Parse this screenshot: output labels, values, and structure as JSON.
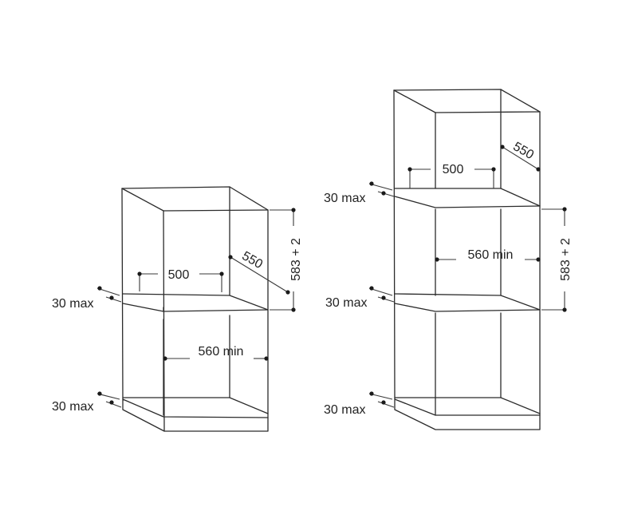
{
  "diagrams": {
    "left": {
      "depth_label": "550",
      "width_label": "500",
      "min_width_label": "560 min",
      "height_label": "583 + 2",
      "top_gap_label": "30 max",
      "bottom_gap_label": "30 max"
    },
    "right": {
      "depth_label": "550",
      "width_label": "500",
      "min_width_label": "560 min",
      "height_label": "583 + 2",
      "top_gap_label": "30 max",
      "middle_gap_label": "30 max",
      "bottom_gap_label": "30 max"
    }
  },
  "colors": {
    "line": "#2b2b2b",
    "text": "#222222",
    "background": "#ffffff"
  }
}
